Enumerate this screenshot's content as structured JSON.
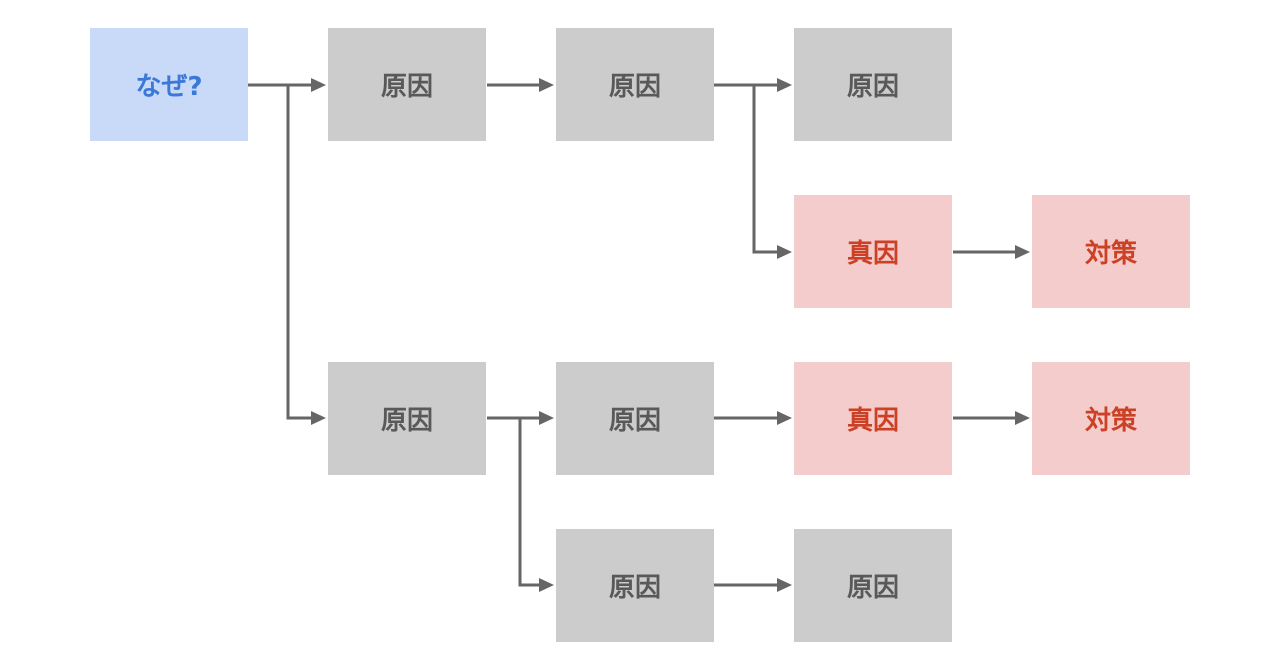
{
  "diagram": {
    "nodes": {
      "question": "なぜ?",
      "cause_l1_top": "原因",
      "cause_l2_top": "原因",
      "cause_l3_top": "原因",
      "root_top": "真因",
      "action_top": "対策",
      "cause_l1_bottom": "原因",
      "cause_l2_bottom": "原因",
      "root_bottom": "真因",
      "action_bottom": "対策",
      "cause_l2_lowest": "原因",
      "cause_l3_lowest": "原因"
    },
    "colors": {
      "question_fill": "#c9daf8",
      "question_text": "#3c78d8",
      "cause_fill": "#cccccc",
      "cause_text": "#595959",
      "root_fill": "#f4cccc",
      "root_text": "#cc4125",
      "connector": "#666666"
    }
  }
}
